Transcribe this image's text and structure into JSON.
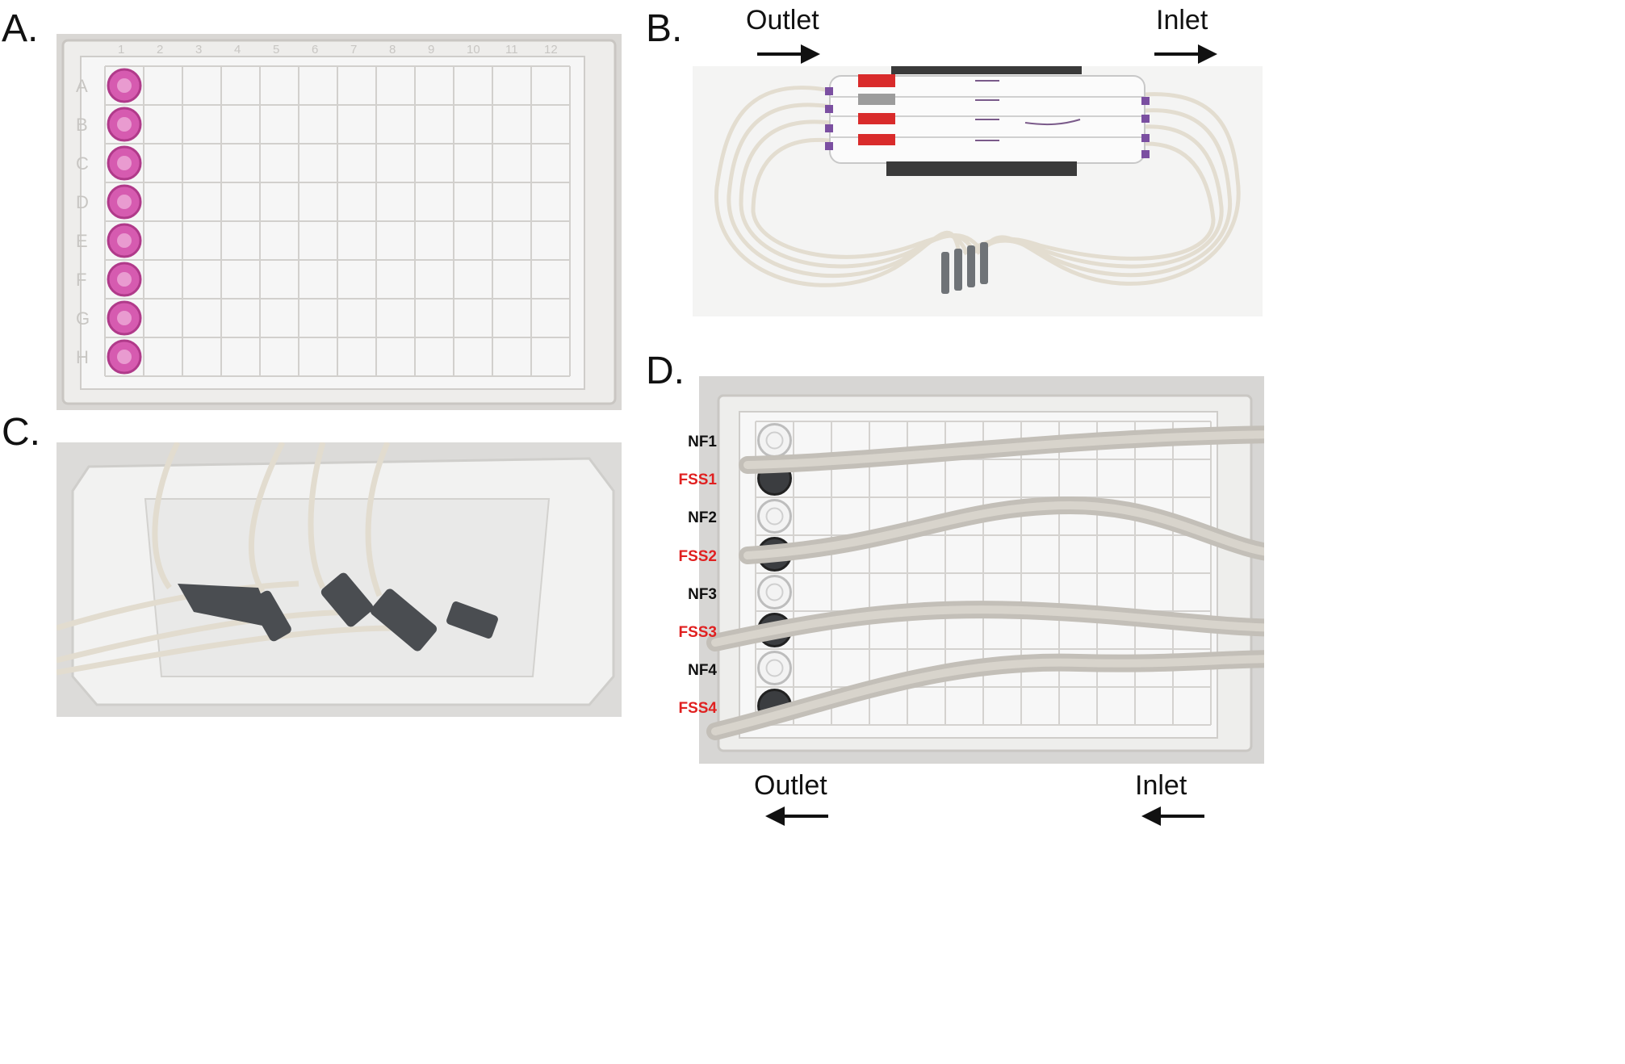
{
  "panels": {
    "a": {
      "letter": "A.",
      "plate_rows": [
        "A",
        "B",
        "C",
        "D",
        "E",
        "F",
        "G",
        "H"
      ],
      "plate_cols": [
        "1",
        "2",
        "3",
        "4",
        "5",
        "6",
        "7",
        "8",
        "9",
        "10",
        "11",
        "12"
      ],
      "filled_column": 1,
      "medium_color": "#d65bb0"
    },
    "b": {
      "letter": "B.",
      "outlet_label": "Outlet",
      "inlet_label": "Inlet",
      "arrow_direction": "right"
    },
    "c": {
      "letter": "C."
    },
    "d": {
      "letter": "D.",
      "outlet_label": "Outlet",
      "inlet_label": "Inlet",
      "arrow_direction": "left",
      "well_labels": [
        {
          "text": "NF1",
          "type": "nf"
        },
        {
          "text": "FSS1",
          "type": "fss"
        },
        {
          "text": "NF2",
          "type": "nf"
        },
        {
          "text": "FSS2",
          "type": "fss"
        },
        {
          "text": "NF3",
          "type": "nf"
        },
        {
          "text": "FSS3",
          "type": "fss"
        },
        {
          "text": "NF4",
          "type": "nf"
        },
        {
          "text": "FSS4",
          "type": "fss"
        }
      ]
    }
  },
  "colors": {
    "fss_label": "#e02020",
    "nf_label": "#111111",
    "tubing": "#e6e1d8",
    "plate_frame": "#e8e6e3"
  }
}
